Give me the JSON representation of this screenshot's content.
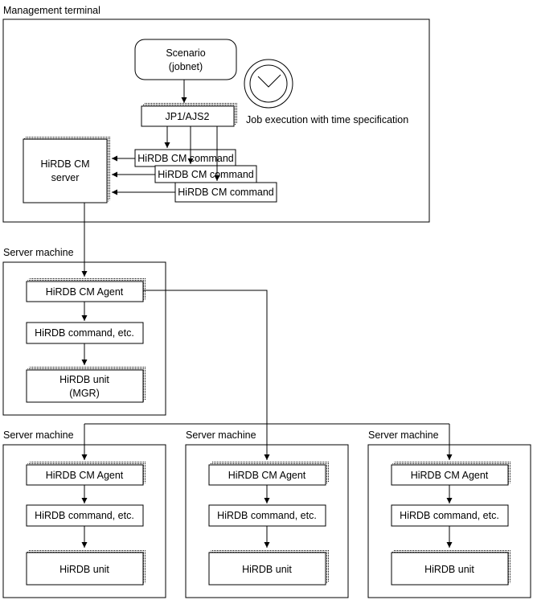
{
  "management": {
    "title": "Management terminal",
    "scenario_line1": "Scenario",
    "scenario_line2": "(jobnet)",
    "jp1": "JP1/AJS2",
    "clock_caption": "Job execution with time specification",
    "cm_server_line1": "HiRDB CM",
    "cm_server_line2": "server",
    "commands": [
      "HiRDB CM command",
      "HiRDB CM command",
      "HiRDB CM command"
    ]
  },
  "mgr_machine": {
    "title": "Server machine",
    "agent": "HiRDB CM Agent",
    "command": "HiRDB command, etc.",
    "unit_line1": "HiRDB unit",
    "unit_line2": "(MGR)"
  },
  "servers": [
    {
      "title": "Server machine",
      "agent": "HiRDB CM Agent",
      "command": "HiRDB command, etc.",
      "unit": "HiRDB unit"
    },
    {
      "title": "Server machine",
      "agent": "HiRDB CM Agent",
      "command": "HiRDB command, etc.",
      "unit": "HiRDB unit"
    },
    {
      "title": "Server machine",
      "agent": "HiRDB CM Agent",
      "command": "HiRDB command, etc.",
      "unit": "HiRDB unit"
    }
  ]
}
